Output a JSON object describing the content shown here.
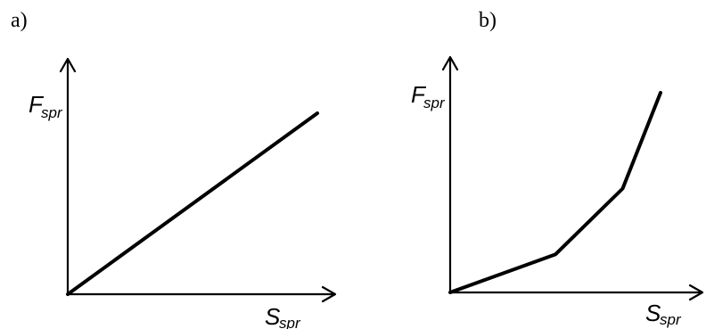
{
  "chart_data": [
    {
      "type": "line",
      "panel": "a)",
      "xlabel": {
        "main": "S",
        "sub": "spr"
      },
      "ylabel": {
        "main": "F",
        "sub": "spr"
      },
      "series": [
        {
          "x": [
            0,
            1
          ],
          "y": [
            0,
            1
          ]
        }
      ],
      "xlim": [
        0,
        1.1
      ],
      "ylim": [
        0,
        1.1
      ],
      "grid": false
    },
    {
      "type": "line",
      "panel": "b)",
      "xlabel": {
        "main": "S",
        "sub": "spr"
      },
      "ylabel": {
        "main": "F",
        "sub": "spr"
      },
      "series": [
        {
          "x": [
            0,
            0.5,
            0.82,
            1
          ],
          "y": [
            0,
            0.19,
            0.52,
            1
          ]
        }
      ],
      "xlim": [
        0,
        1.1
      ],
      "ylim": [
        0,
        1.1
      ],
      "grid": false
    }
  ]
}
